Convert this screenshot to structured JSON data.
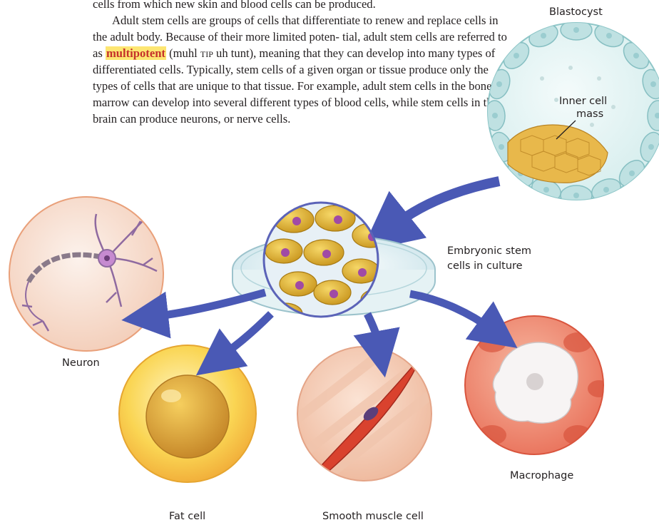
{
  "text": {
    "line0": "cells from which new skin and blood cells can be produced.",
    "para_before_term": "Adult stem cells are groups of cells that differentiate to renew and replace cells in the adult body. Because of their more limited poten- tial, adult stem cells are referred to as ",
    "term": "multipotent",
    "pron_open": " (muhl ",
    "pron_stress": "tip",
    "pron_close": " uh tunt),",
    "para_after_term": " meaning that they can develop into many types of differentiated cells. Typically, stem cells of a given organ or tissue produce only the types of cells that are unique to that tissue. For example, adult stem cells in the bone marrow can develop into several different types of blood cells, while stem cells in the brain can produce neurons, or nerve cells."
  },
  "labels": {
    "blastocyst": "Blastocyst",
    "inner_cell_mass_1": "Inner cell",
    "inner_cell_mass_2": "mass",
    "embryonic_1": "Embryonic stem",
    "embryonic_2": "cells in culture",
    "neuron": "Neuron",
    "fat_cell": "Fat cell",
    "smooth_muscle": "Smooth muscle cell",
    "macrophage": "Macrophage"
  },
  "colors": {
    "highlight": "#fde672",
    "term_text": "#c5312b",
    "arrow": "#4a59b5",
    "blastocyst_cell": "#bfe1e2",
    "inner_mass": "#e8b84b",
    "stem_cell": "#e0b52c",
    "nucleus": "#a04aa5",
    "neuron_bg": "#f7d9c9",
    "fat_bg": "#f8d24a",
    "muscle_bg": "#f3c6ad",
    "macrophage_bg": "#f08f72"
  },
  "icons": {
    "arrows": "curved-arrow"
  }
}
